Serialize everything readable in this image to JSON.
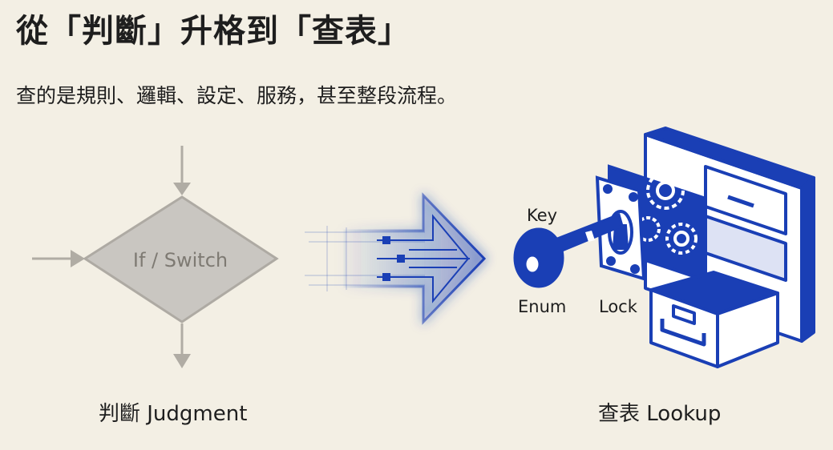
{
  "title": "從「判斷」升格到「查表」",
  "subtitle": "查的是規則、邏輯、設定、服務，甚至整段流程。",
  "judgment": {
    "node_label": "If / Switch",
    "caption": "判斷 Judgment"
  },
  "lookup": {
    "key_label": "Key",
    "enum_label": "Enum",
    "lock_label": "Lock",
    "caption": "查表 Lookup"
  },
  "colors": {
    "background": "#f3efe4",
    "flow_gray": "#b0aca4",
    "accent_blue": "#1a3fb5",
    "glow_blue": "#4d6cff"
  }
}
